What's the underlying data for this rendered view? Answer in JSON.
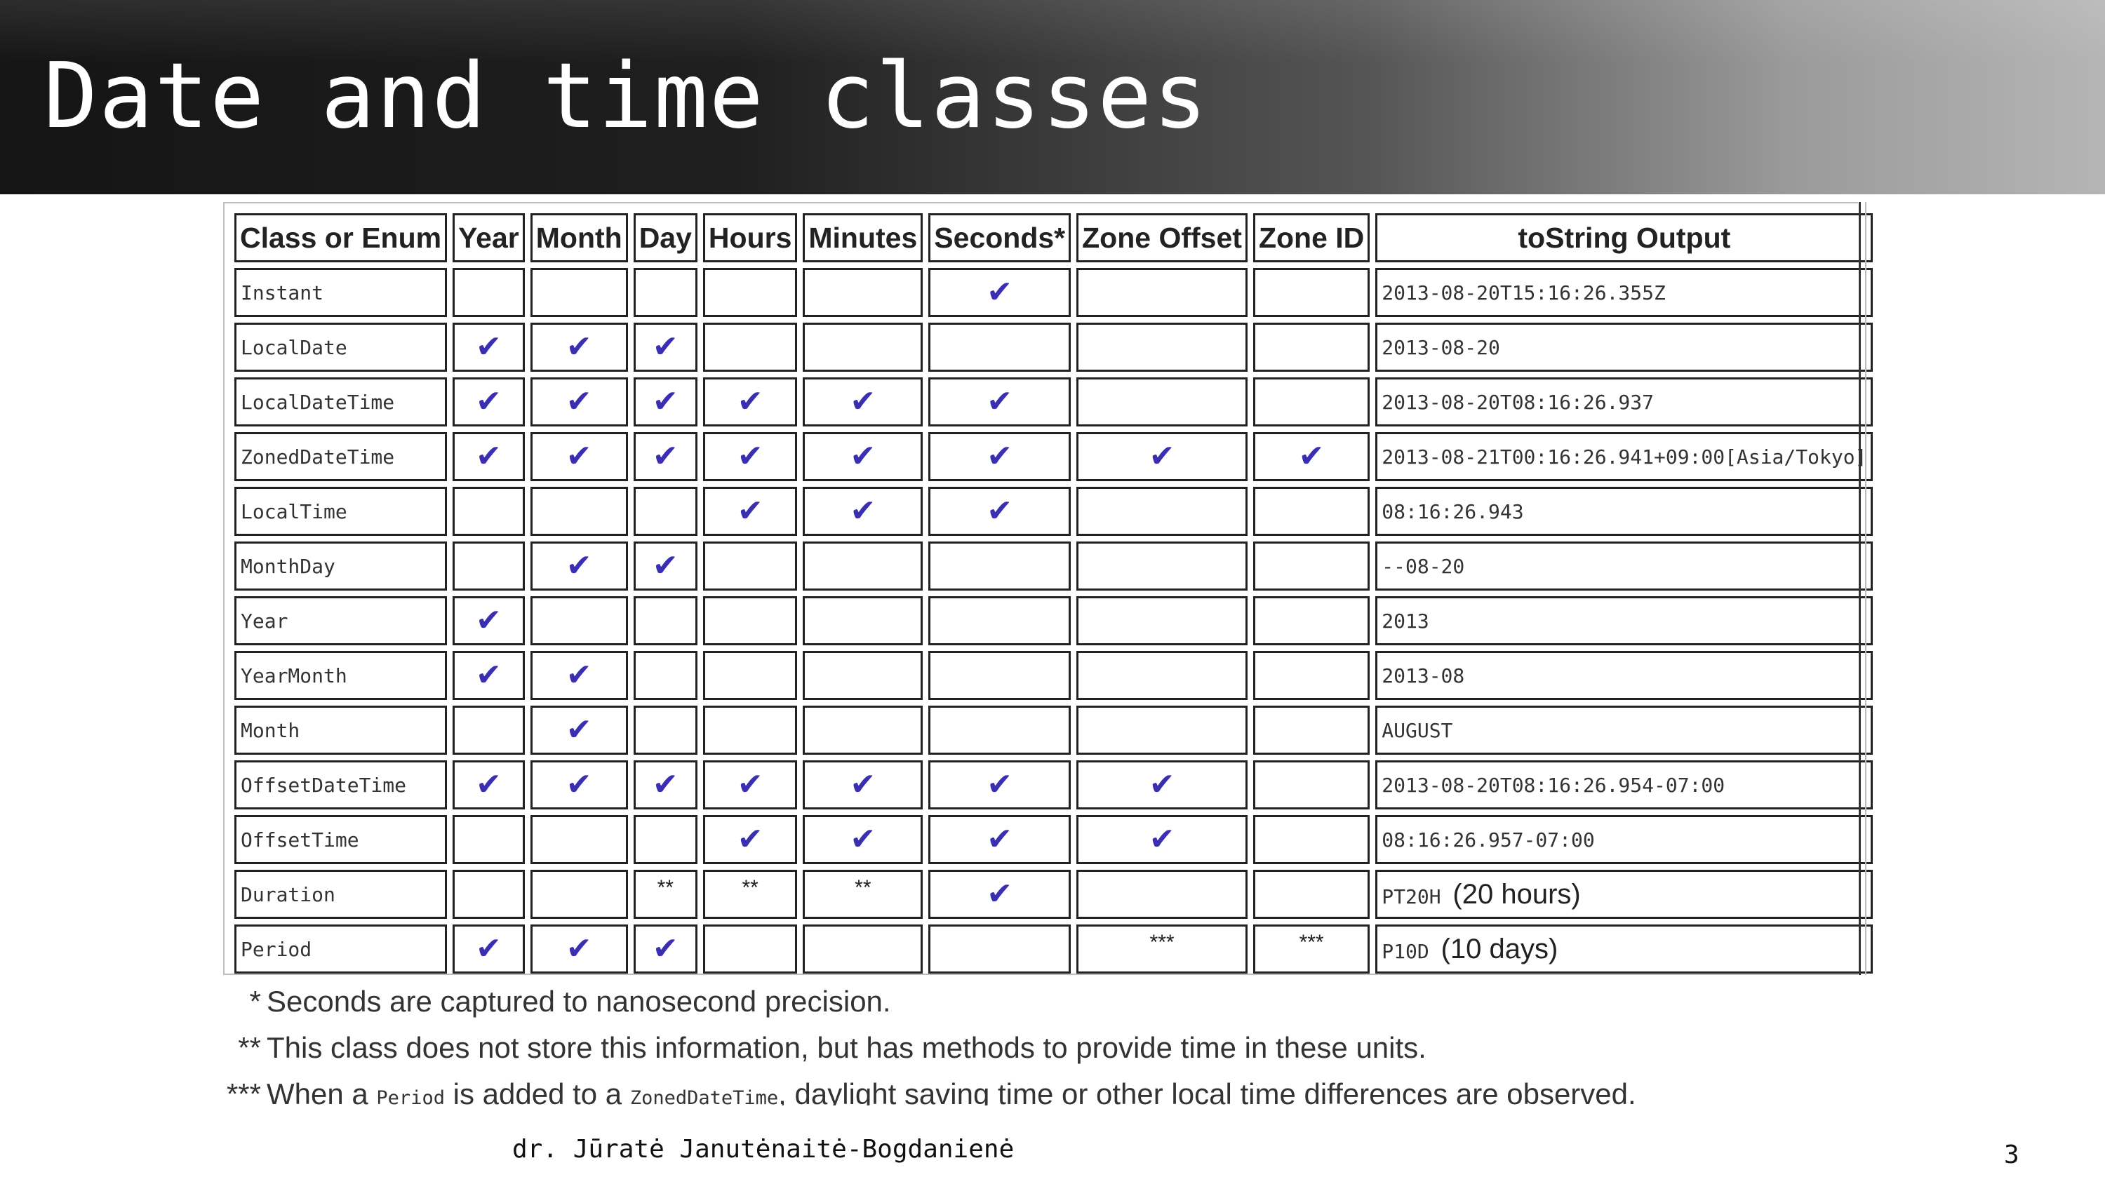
{
  "slide": {
    "title": "Date and time classes",
    "author": "dr. Jūratė Janutėnaitė-Bogdanienė",
    "page_number": "3"
  },
  "table": {
    "headers": [
      "Class or Enum",
      "Year",
      "Month",
      "Day",
      "Hours",
      "Minutes",
      "Seconds*",
      "Zone Offset",
      "Zone ID",
      "toString Output"
    ],
    "check_glyph": "✔",
    "check_color": "#3a2fb0",
    "rows": [
      {
        "name": "Instant",
        "cells": [
          "",
          "",
          "",
          "",
          "",
          "✔",
          "",
          ""
        ],
        "output": "2013-08-20T15:16:26.355Z",
        "output_note": ""
      },
      {
        "name": "LocalDate",
        "cells": [
          "✔",
          "✔",
          "✔",
          "",
          "",
          "",
          "",
          ""
        ],
        "output": "2013-08-20",
        "output_note": ""
      },
      {
        "name": "LocalDateTime",
        "cells": [
          "✔",
          "✔",
          "✔",
          "✔",
          "✔",
          "✔",
          "",
          ""
        ],
        "output": "2013-08-20T08:16:26.937",
        "output_note": ""
      },
      {
        "name": "ZonedDateTime",
        "cells": [
          "✔",
          "✔",
          "✔",
          "✔",
          "✔",
          "✔",
          "✔",
          "✔"
        ],
        "output": "2013-08-21T00:16:26.941+09:00[Asia/Tokyo]",
        "output_note": ""
      },
      {
        "name": "LocalTime",
        "cells": [
          "",
          "",
          "",
          "✔",
          "✔",
          "✔",
          "",
          ""
        ],
        "output": "08:16:26.943",
        "output_note": ""
      },
      {
        "name": "MonthDay",
        "cells": [
          "",
          "✔",
          "✔",
          "",
          "",
          "",
          "",
          ""
        ],
        "output": "--08-20",
        "output_note": ""
      },
      {
        "name": "Year",
        "cells": [
          "✔",
          "",
          "",
          "",
          "",
          "",
          "",
          ""
        ],
        "output": "2013",
        "output_note": ""
      },
      {
        "name": "YearMonth",
        "cells": [
          "✔",
          "✔",
          "",
          "",
          "",
          "",
          "",
          ""
        ],
        "output": "2013-08",
        "output_note": ""
      },
      {
        "name": "Month",
        "cells": [
          "",
          "✔",
          "",
          "",
          "",
          "",
          "",
          ""
        ],
        "output": "AUGUST",
        "output_note": ""
      },
      {
        "name": "OffsetDateTime",
        "cells": [
          "✔",
          "✔",
          "✔",
          "✔",
          "✔",
          "✔",
          "✔",
          ""
        ],
        "output": "2013-08-20T08:16:26.954-07:00",
        "output_note": ""
      },
      {
        "name": "OffsetTime",
        "cells": [
          "",
          "",
          "",
          "✔",
          "✔",
          "✔",
          "✔",
          ""
        ],
        "output": "08:16:26.957-07:00",
        "output_note": ""
      },
      {
        "name": "Duration",
        "cells": [
          "",
          "",
          "**",
          "**",
          "**",
          "✔",
          "",
          ""
        ],
        "output": "PT20H",
        "output_note": "(20 hours)"
      },
      {
        "name": "Period",
        "cells": [
          "✔",
          "✔",
          "✔",
          "",
          "",
          "",
          "***",
          "***"
        ],
        "output": "P10D",
        "output_note": "(10 days)"
      }
    ]
  },
  "footnotes": [
    {
      "marker": "*",
      "text": "Seconds are captured to nanosecond precision."
    },
    {
      "marker": "**",
      "text": "This class does not store this information, but has methods to provide time in these units."
    },
    {
      "marker": "***",
      "parts": [
        "When a ",
        "Period",
        " is added to a ",
        "ZonedDateTime",
        ", daylight saving time or other local time differences are observed."
      ]
    }
  ]
}
